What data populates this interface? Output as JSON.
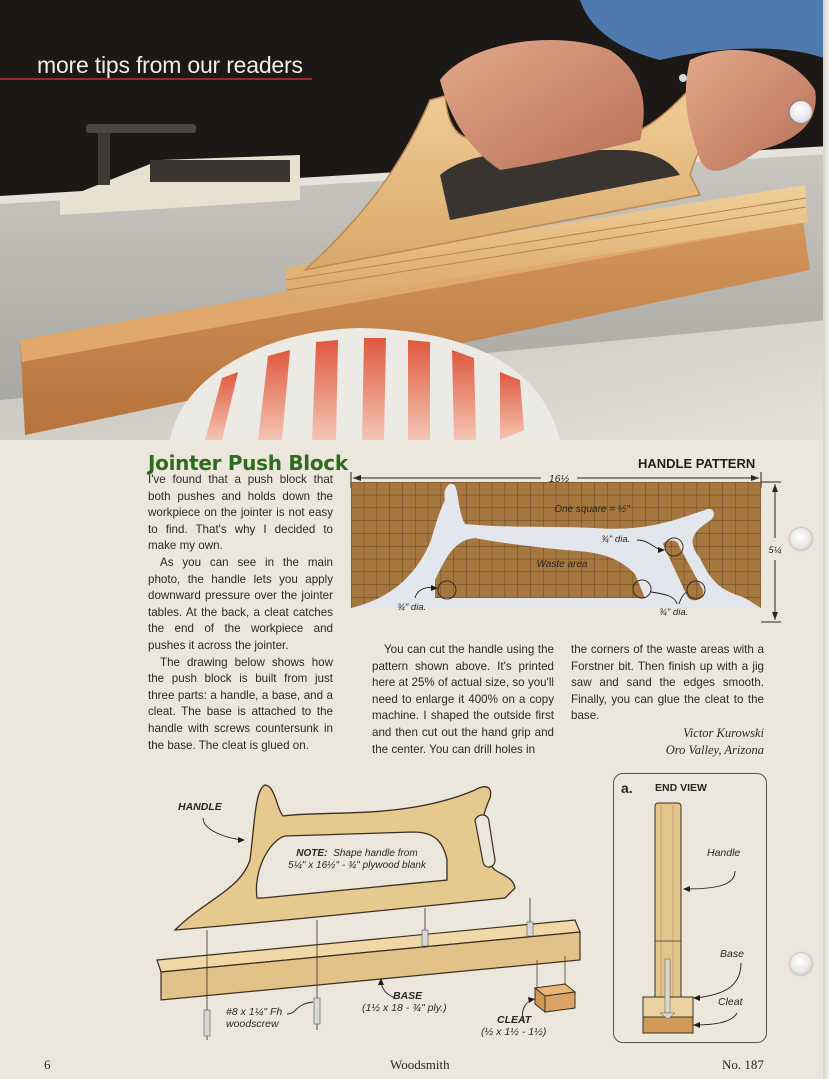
{
  "header": {
    "section_title": "more tips from our readers"
  },
  "article": {
    "title": "Jointer Push Block",
    "paragraphs": [
      "I've found that a push block that both pushes and holds down the workpiece on the jointer is not easy to find. That's why I decided to make my own.",
      "As you can see in the main photo, the handle lets you apply downward pressure over the jointer tables. At the back, a cleat catches the end of the workpiece and pushes it across the jointer.",
      "The drawing below shows how the push block is built from just three parts: a handle, a base, and a cleat. The base is attached to the handle with screws countersunk in the base. The cleat is glued on.",
      "You can cut the handle using the pattern shown above. It's printed here at 25% of actual size, so you'll need to enlarge it 400% on a copy machine. I shaped the outside first and then cut out the hand grip and the center. You can drill holes in",
      "the corners of the waste areas with a Forstner bit. Then finish up with a jig saw and sand the edges smooth. Finally, you can glue the cleat to the base."
    ],
    "author": "Victor Kurowski",
    "location": "Oro Valley, Arizona"
  },
  "handle_pattern": {
    "title": "HANDLE PATTERN",
    "width_dim": "16½",
    "height_dim": "5¼",
    "scale_note": "One square = ½\"",
    "waste_label": "Waste area",
    "hole_label_left": "¾\" dia.",
    "hole_label_upper_right": "¾\" dia.",
    "hole_label_lower_right": "¾\" dia."
  },
  "exploded_view": {
    "handle_label": "HANDLE",
    "note_bold": "NOTE:",
    "note_line1": "Shape handle from",
    "note_line2": "5¼\" x 16½\" - ¾\" plywood blank",
    "screw_label_line1": "#8 x 1¼\" Fh",
    "screw_label_line2": "woodscrew",
    "base_label": "BASE",
    "base_dims": "(1½ x 18 - ¾\" ply.)",
    "cleat_label": "CLEAT",
    "cleat_dims": "(½ x 1½ - 1½)"
  },
  "end_view": {
    "letter": "a.",
    "title": "END VIEW",
    "handle_label": "Handle",
    "base_label": "Base",
    "cleat_label": "Cleat"
  },
  "footer": {
    "page_number": "6",
    "magazine": "Woodsmith",
    "issue": "No. 187"
  },
  "colors": {
    "title_green": "#2f6a1e",
    "section_rule_red": "#a0282a",
    "pattern_brown": "#a6773e",
    "wood_light": "#e6c98f",
    "paper": "#ebe7dc"
  }
}
